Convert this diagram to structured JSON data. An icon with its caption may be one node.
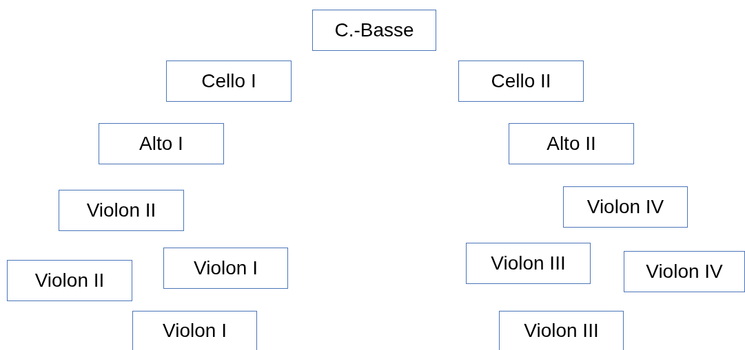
{
  "diagram": {
    "nodes": [
      {
        "text": [
          "C.-Basse"
        ]
      },
      {
        "text": [
          "Cello I"
        ]
      },
      {
        "text": [
          "Cello II"
        ]
      },
      {
        "text": [
          "Alto I"
        ]
      },
      {
        "text": [
          "Alto II"
        ]
      },
      {
        "text": [
          "Violon IV"
        ]
      },
      {
        "text": [
          "Violon II"
        ]
      },
      {
        "text": [
          "Violon III"
        ]
      },
      {
        "text": [
          "Violon I"
        ]
      },
      {
        "text": [
          "Violon IV"
        ]
      },
      {
        "text": [
          "Violon II"
        ]
      },
      {
        "text": [
          "Violon I"
        ]
      },
      {
        "text": [
          "Violon III"
        ]
      }
    ]
  }
}
